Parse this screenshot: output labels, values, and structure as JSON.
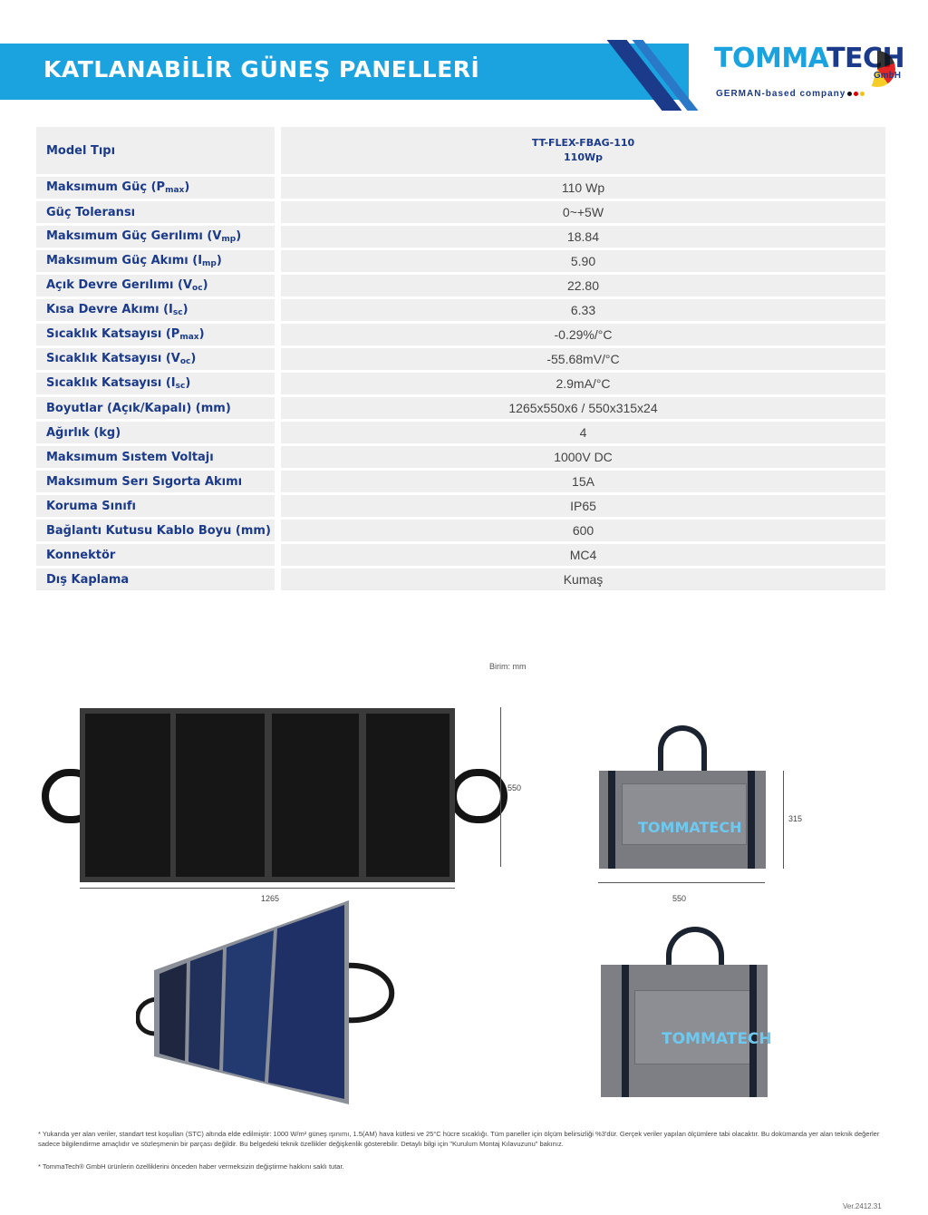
{
  "header": {
    "title": "KATLANABİLİR GÜNEŞ PANELLERİ",
    "logo_part1": "TOMMA",
    "logo_part2": "TECH",
    "logo_gmbh": "GmbH",
    "logo_tagline": "GERMAN-based company"
  },
  "colors": {
    "brand_blue": "#1aa3df",
    "brand_navy": "#1b3a8a",
    "row_bg": "#efefef"
  },
  "specs": {
    "model_label": "Model Tıpı",
    "model_name": "TT-FLEX-FBAG-110",
    "model_power": "110Wp",
    "rows": [
      {
        "label": "Maksımum Güç (P",
        "sub": "max",
        "label_end": ")",
        "value": "110 Wp"
      },
      {
        "label": "Güç Toleransı",
        "sub": "",
        "label_end": "",
        "value": "0~+5W"
      },
      {
        "label": "Maksımum Güç Gerılımı (V",
        "sub": "mp",
        "label_end": ")",
        "value": "18.84"
      },
      {
        "label": "Maksımum Güç Akımı (I",
        "sub": "mp",
        "label_end": ")",
        "value": "5.90"
      },
      {
        "label": "Açık Devre Gerılımı (V",
        "sub": "oc",
        "label_end": ")",
        "value": "22.80"
      },
      {
        "label": "Kısa Devre Akımı (I",
        "sub": "sc",
        "label_end": ")",
        "value": "6.33"
      },
      {
        "label": "Sıcaklık Katsayısı (P",
        "sub": "max",
        "label_end": ")",
        "value": "-0.29%/°C"
      },
      {
        "label": "Sıcaklık Katsayısı (V",
        "sub": "oc",
        "label_end": ")",
        "value": "-55.68mV/°C"
      },
      {
        "label": "Sıcaklık Katsayısı (I",
        "sub": "sc",
        "label_end": ")",
        "value": "2.9mA/°C"
      },
      {
        "label": "Boyutlar (Açık/Kapalı) (mm)",
        "sub": "",
        "label_end": "",
        "value": "1265x550x6 / 550x315x24"
      },
      {
        "label": "Ağırlık (kg)",
        "sub": "",
        "label_end": "",
        "value": "4"
      },
      {
        "label": "Maksımum Sıstem Voltajı",
        "sub": "",
        "label_end": "",
        "value": "1000V DC"
      },
      {
        "label": "Maksımum Serı Sıgorta Akımı",
        "sub": "",
        "label_end": "",
        "value": "15A"
      },
      {
        "label": "Koruma Sınıfı",
        "sub": "",
        "label_end": "",
        "value": "IP65"
      },
      {
        "label": "Bağlantı Kutusu Kablo Boyu (mm)",
        "sub": "",
        "label_end": "",
        "value": "600"
      },
      {
        "label": "Konnektör",
        "sub": "",
        "label_end": "",
        "value": "MC4"
      },
      {
        "label": "Dış Kaplama",
        "sub": "",
        "label_end": "",
        "value": "Kumaş"
      }
    ]
  },
  "drawing": {
    "unit_label": "Birim: mm",
    "panel_width": "1265",
    "panel_height": "550",
    "bag_width": "550",
    "bag_height": "315",
    "bag_logo": "TOMMATECH"
  },
  "footnotes": {
    "note1": "* Yukarıda yer alan veriler, standart test koşulları (STC) altında elde edilmiştir: 1000 W/m² güneş ışınımı, 1.5(AM) hava kütlesi ve 25°C hücre sıcaklığı. Tüm paneller için ölçüm belirsizliği %3'dür. Gerçek veriler yapılan ölçümlere tabi olacaktır. Bu dokümanda yer alan teknik değerler sadece bilgilendirme amaçlıdır ve sözleşmenin bir parçası değildir. Bu belgedeki teknik özellikler değişkenlik gösterebilir. Detaylı bilgi için \"Kurulum Montaj Kılavuzunu\" bakınız.",
    "note2": "* TommaTech® GmbH ürünlerin özelliklerini önceden haber vermeksizin değiştirme hakkını saklı tutar.",
    "version": "Ver.2412.31"
  }
}
